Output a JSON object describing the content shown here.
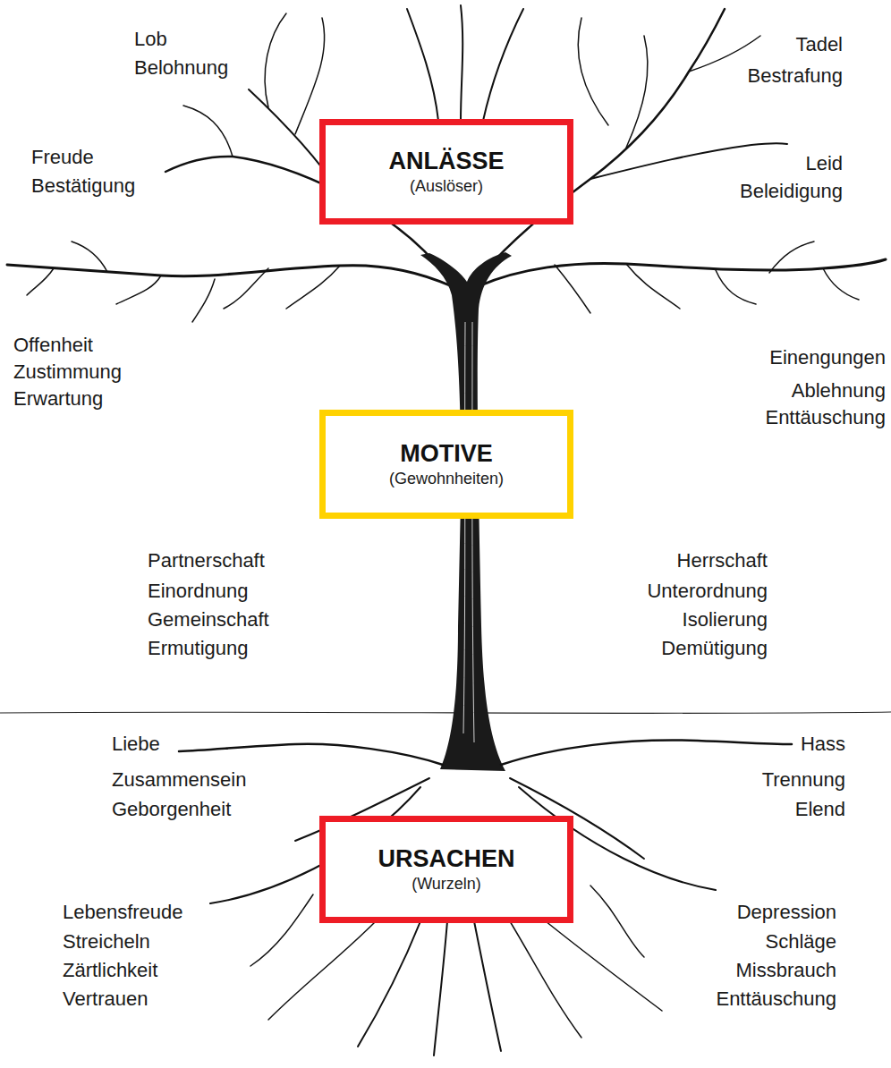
{
  "diagram": {
    "nodes": [
      {
        "text": [
          "ANLÄSSE",
          "(Auslöser)"
        ]
      },
      {
        "text": [
          "MOTIVE",
          "(Gewohnheiten)"
        ]
      },
      {
        "text": [
          "URSACHEN",
          "(Wurzeln)"
        ]
      }
    ],
    "labels": [
      "Lob",
      "Belohnung",
      "Tadel",
      "Bestrafung",
      "Freude",
      "Bestätigung",
      "Leid",
      "Beleidigung",
      "Offenheit",
      "Zustimmung",
      "Erwartung",
      "Einengungen",
      "Ablehnung",
      "Enttäuschung",
      "Partnerschaft",
      "Einordnung",
      "Gemeinschaft",
      "Ermutigung",
      "Herrschaft",
      "Unterordnung",
      "Isolierung",
      "Demütigung",
      "Liebe",
      "Zusammensein",
      "Geborgenheit",
      "Hass",
      "Trennung",
      "Elend",
      "Lebensfreude",
      "Streicheln",
      "Zärtlichkeit",
      "Vertrauen",
      "Depression",
      "Schläge",
      "Missbrauch",
      "Enttäuschung"
    ]
  }
}
